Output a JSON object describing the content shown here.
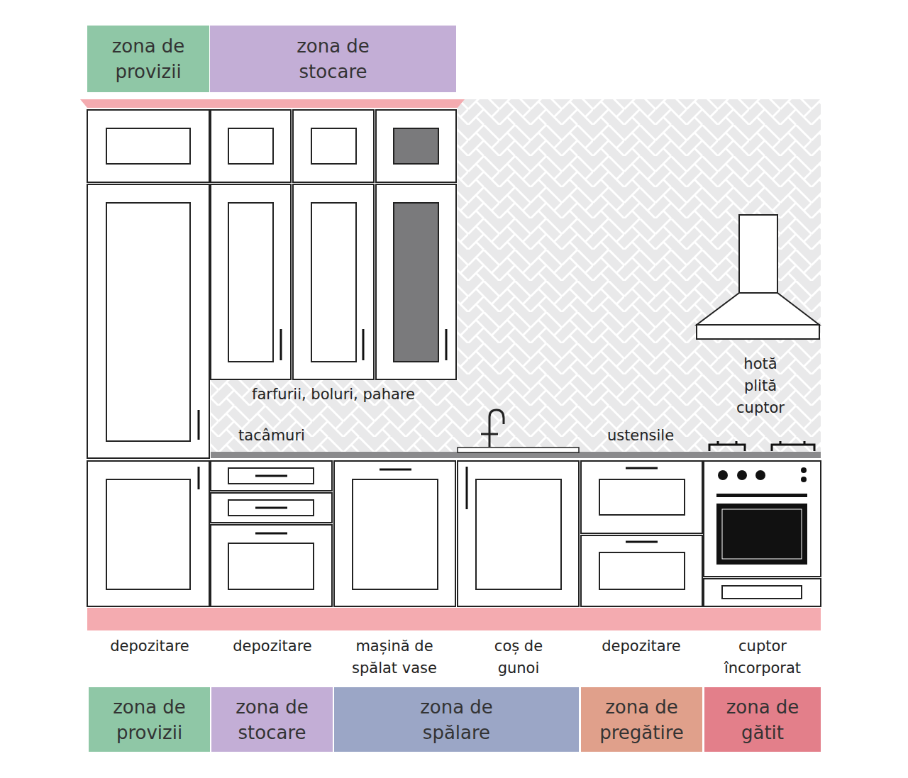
{
  "diagram": {
    "nodes": [
      {
        "text": [
          "zona de provizii"
        ]
      },
      {
        "text": [
          "zona de stocare"
        ]
      },
      {
        "text": [
          "zona de provizii"
        ]
      },
      {
        "text": [
          "zona de stocare"
        ]
      },
      {
        "text": [
          "zona de spălare"
        ]
      },
      {
        "text": [
          "zona de pregătire"
        ]
      },
      {
        "text": [
          "zona de gătit"
        ]
      }
    ],
    "labels": [
      "farfurii, boluri, pahare",
      "tacâmuri",
      "ustensile",
      "hotă plită cuptor",
      "depozitare",
      "depozitare",
      "mașină de spălat vase",
      "coș de gunoi",
      "depozitare",
      "cuptor încorporat"
    ]
  }
}
